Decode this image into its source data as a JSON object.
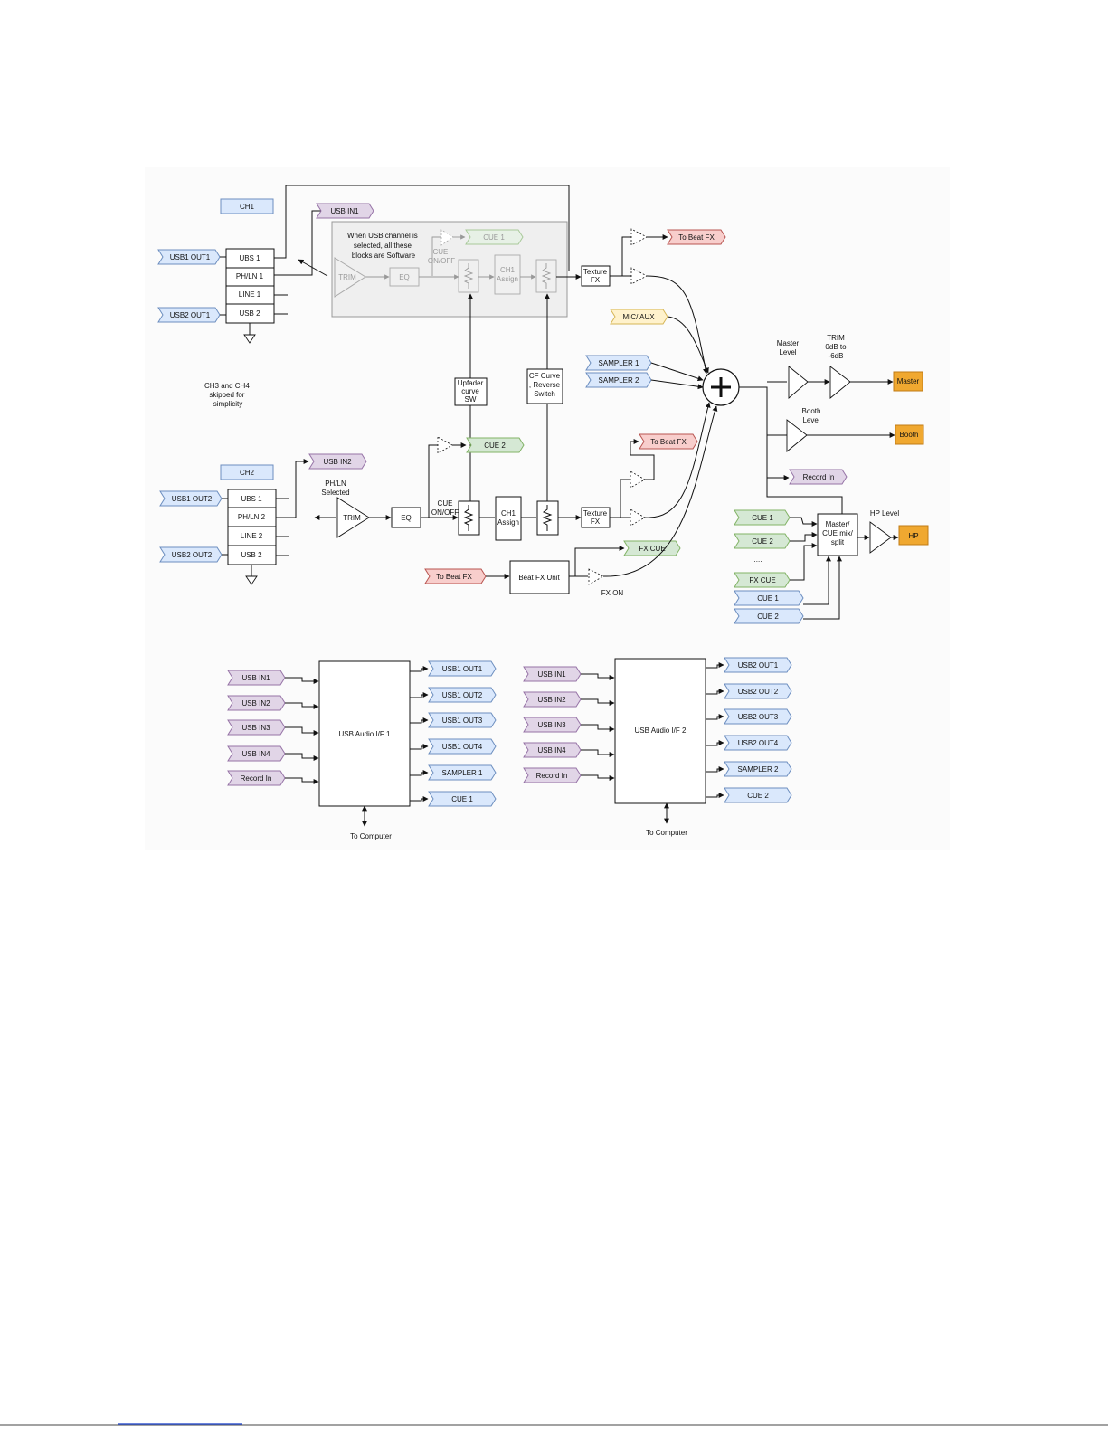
{
  "colors": {
    "blue": "#dae8fc",
    "blue_stroke": "#6c8ebf",
    "purple": "#e1d5e7",
    "purple_stroke": "#9673a6",
    "green": "#d5e8d4",
    "green_stroke": "#82b366",
    "red": "#f8cecc",
    "red_stroke": "#b85450",
    "yellow": "#fff2cc",
    "yellow_stroke": "#d6b656",
    "orange": "#f0a830",
    "orange_stroke": "#c07b16"
  },
  "ch1": {
    "title": "CH1",
    "usb_in": "USB IN1",
    "sources": [
      "UBS 1",
      "PH/LN 1",
      "LINE 1",
      "USB 2"
    ],
    "usb1_out": "USB1 OUT1",
    "usb2_out": "USB2 OUT1",
    "software_note": [
      "When USB channel is",
      "selected, all these",
      "blocks are Software"
    ],
    "trim": "TRIM",
    "eq": "EQ",
    "cue_onoff": [
      "CUE",
      "ON/OFF"
    ],
    "cue": "CUE 1",
    "assign": [
      "CH1",
      "Assign"
    ],
    "texture_fx": [
      "Texture",
      "FX"
    ],
    "to_beat_fx": "To Beat FX"
  },
  "skip_note": [
    "CH3 and CH4",
    "skipped for",
    "simplicity"
  ],
  "upfader_sw": [
    "Upfader",
    "curve",
    "SW"
  ],
  "cf_switch": [
    "CF Curve",
    ", Reverse",
    "Switch"
  ],
  "ch2": {
    "title": "CH2",
    "usb_in": "USB IN2",
    "sources": [
      "UBS 1",
      "PH/LN 2",
      "LINE 2",
      "USB 2"
    ],
    "usb1_out": "USB1 OUT2",
    "usb2_out": "USB2 OUT2",
    "selected_note": [
      "PH/LN",
      "Selected"
    ],
    "trim": "TRIM",
    "eq": "EQ",
    "cue_onoff": [
      "CUE",
      "ON/OFF"
    ],
    "cue": "CUE 2",
    "assign": [
      "CH1",
      "Assign"
    ],
    "texture_fx": [
      "Texture",
      "FX"
    ],
    "to_beat_fx": "To Beat FX"
  },
  "mic_aux": "MIC/ AUX",
  "sampler1": "SAMPLER 1",
  "sampler2": "SAMPLER 2",
  "beat_fx": {
    "input": "To Beat FX",
    "unit": "Beat FX Unit",
    "fx_cue": "FX CUE",
    "fx_on": "FX ON"
  },
  "master_section": {
    "master_level": [
      "Master",
      "Level"
    ],
    "trim": [
      "TRIM",
      "0dB to",
      "-6dB"
    ],
    "master": "Master",
    "booth_level": [
      "Booth",
      "Level"
    ],
    "booth": "Booth",
    "record_in": "Record In",
    "hp_level": "HP Level",
    "hp": "HP",
    "mix_split": [
      "Master/",
      "CUE mix/",
      "split"
    ],
    "cue_inputs_green": [
      "CUE 1",
      "CUE 2"
    ],
    "ellipsis": "....",
    "fx_cue": "FX CUE",
    "cue_inputs_blue": [
      "CUE 1",
      "CUE 2"
    ]
  },
  "usb_if1": {
    "label": "USB Audio I/F 1",
    "inputs": [
      "USB IN1",
      "USB IN2",
      "USB IN3",
      "USB IN4",
      "Record In"
    ],
    "outputs": [
      "USB1 OUT1",
      "USB1 OUT2",
      "USB1 OUT3",
      "USB1 OUT4",
      "SAMPLER 1",
      "CUE 1"
    ],
    "to_computer": "To Computer"
  },
  "usb_if2": {
    "label": "USB Audio I/F 2",
    "inputs": [
      "USB IN1",
      "USB IN2",
      "USB IN3",
      "USB IN4",
      "Record In"
    ],
    "outputs": [
      "USB2 OUT1",
      "USB2 OUT2",
      "USB2 OUT3",
      "USB2 OUT4",
      "SAMPLER 2",
      "CUE 2"
    ],
    "to_computer": "To Computer"
  }
}
